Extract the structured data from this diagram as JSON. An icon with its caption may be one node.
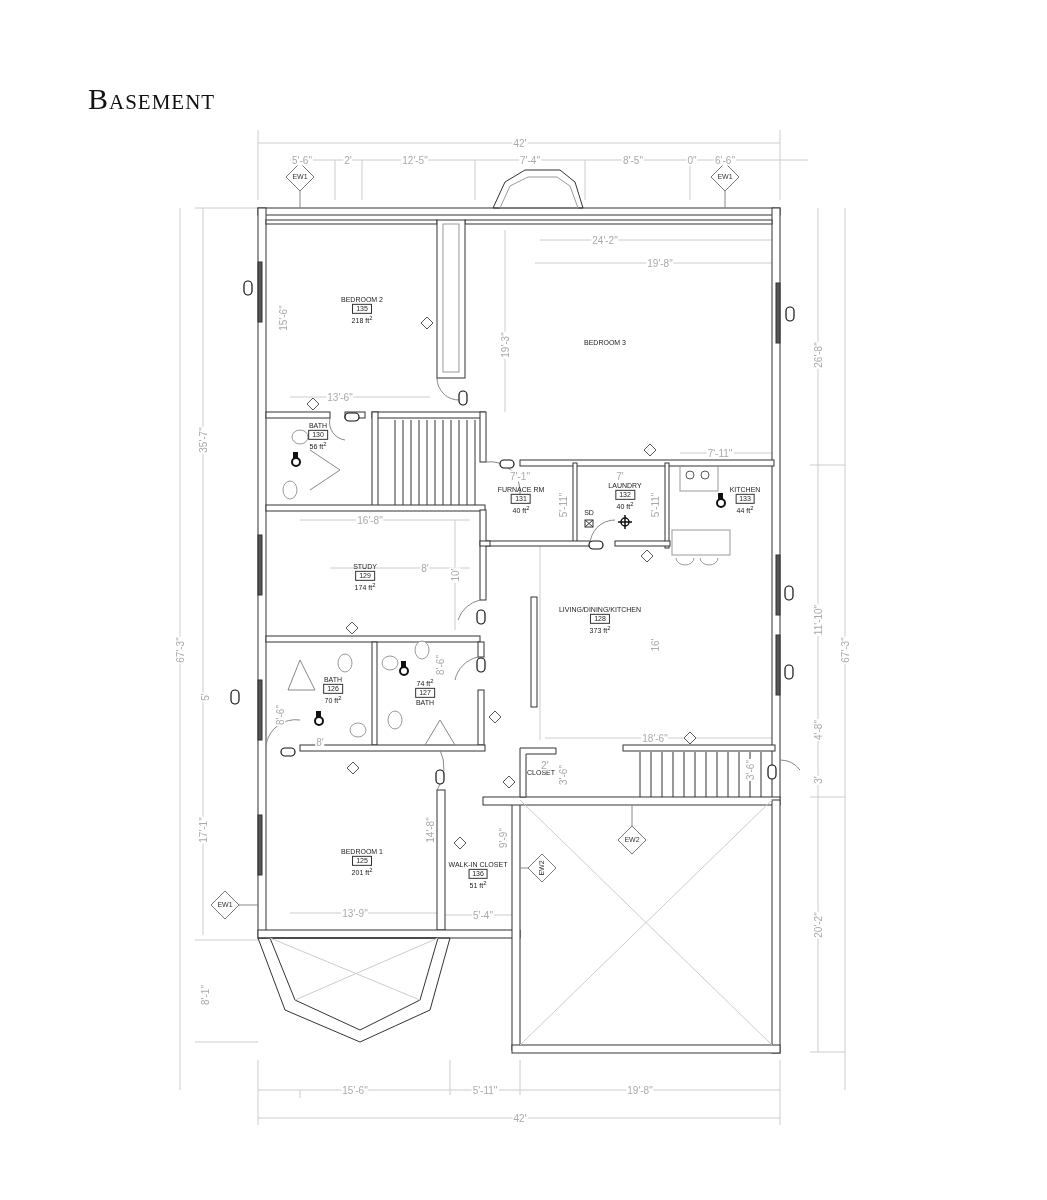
{
  "diagram": {
    "title": "Basement",
    "nodes": [
      {
        "text": [
          "BEDROOM 2",
          "135",
          "218 ft$^{2}$"
        ]
      },
      {
        "text": [
          "BEDROOM 3"
        ]
      },
      {
        "text": [
          "BATH",
          "130",
          "56 ft$^{2}$"
        ]
      },
      {
        "text": [
          "FURNACE RM",
          "131",
          "40 ft$^{2}$"
        ]
      },
      {
        "text": [
          "LAUNDRY",
          "132",
          "40 ft$^{2}$"
        ]
      },
      {
        "text": [
          "KITCHEN",
          "133",
          "44 ft$^{2}$"
        ]
      },
      {
        "text": [
          "STUDY",
          "129",
          "174 ft$^{2}$"
        ]
      },
      {
        "text": [
          "BATH",
          "126",
          "70 ft$^{2}$"
        ]
      },
      {
        "text": [
          "74 ft$^{2}$",
          "127",
          "BATH"
        ]
      },
      {
        "text": [
          "LIVING/DINING/KITCHEN",
          "128",
          "373 ft$^{2}$"
        ]
      },
      {
        "text": [
          "CLOSET"
        ]
      },
      {
        "text": [
          "BEDROOM 1",
          "125",
          "201 ft$^{2}$"
        ]
      },
      {
        "text": [
          "WALK-IN CLOSET",
          "136",
          "51 ft$^{2}$"
        ]
      }
    ],
    "labels": [
      "42'",
      "5'-6\"",
      "2'",
      "12'-5\"",
      "7'-4\"",
      "8'-5\"",
      "0\"",
      "6'-6\"",
      "EW1",
      "EW1",
      "24'-2\"",
      "19'-8\"",
      "15'-6\"",
      "19'-3\"",
      "35'-7\"",
      "26'-8\"",
      "13'-6\"",
      "7'-11\"",
      "7'-1\"",
      "7'",
      "SD",
      "5'-11\"",
      "5'-11\"",
      "16'-8\"",
      "8'",
      "10'",
      "67'-3\"",
      "11'-10\"",
      "67'-3\"",
      "16'",
      "8'-6\"",
      "5'",
      "8'-6\"",
      "4'-8\"",
      "18'-6\"",
      "8'",
      "2'",
      "3'-6\"",
      "3'-6\"",
      "3'",
      "17'-1\"",
      "14'-8\"",
      "9'-9\"",
      "EW2",
      "EW2",
      "EW1",
      "13'-9\"",
      "5'-4\"",
      "20'-2\"",
      "8'-1\"",
      "15'-6\"",
      "5'-11\"",
      "19'-8\"",
      "42'"
    ]
  }
}
